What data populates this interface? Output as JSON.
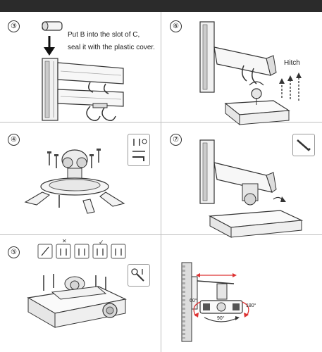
{
  "steps": [
    {
      "number": "③"
    },
    {
      "number": "⑥"
    },
    {
      "number": "④"
    },
    {
      "number": "⑦"
    },
    {
      "number": "⑤"
    }
  ],
  "step3": {
    "instruction_line1": "Put B into the slot of C,",
    "instruction_line2": "seal it with the plastic cover."
  },
  "step6": {
    "hitch_label": "Hitch"
  },
  "step8": {
    "angle_left": "60°",
    "angle_right": "180°",
    "angle_bottom": "90°"
  },
  "icons": {
    "step4_tool": "screws-and-hex-key-icon",
    "step7_tool": "hex-wrench-icon",
    "step5_tool": "screws-and-key-icon",
    "step5_options": "screw-size-options-icon"
  }
}
